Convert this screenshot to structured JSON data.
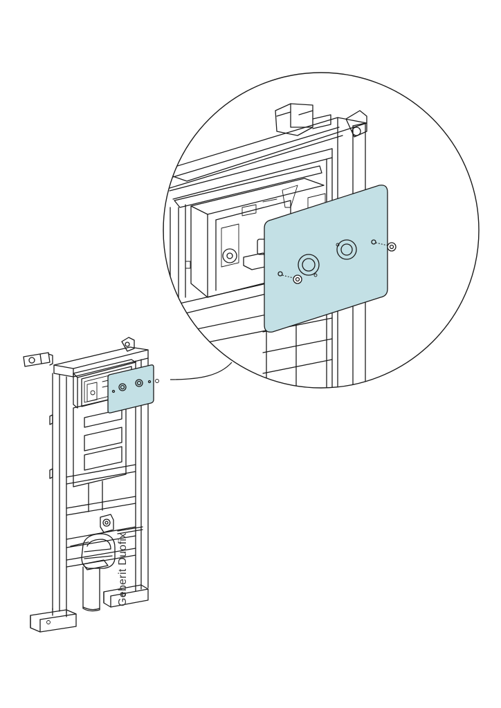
{
  "label": {
    "product_name": "Geberit Duofix"
  },
  "colors": {
    "flush_plate": "#c3e0e5",
    "line": "#1a1a1a",
    "background": "#ffffff"
  },
  "parts": {
    "frame": "installation-frame",
    "cistern": "concealed-cistern",
    "plate": "flush-plate",
    "detail": "magnified-detail-circle"
  }
}
